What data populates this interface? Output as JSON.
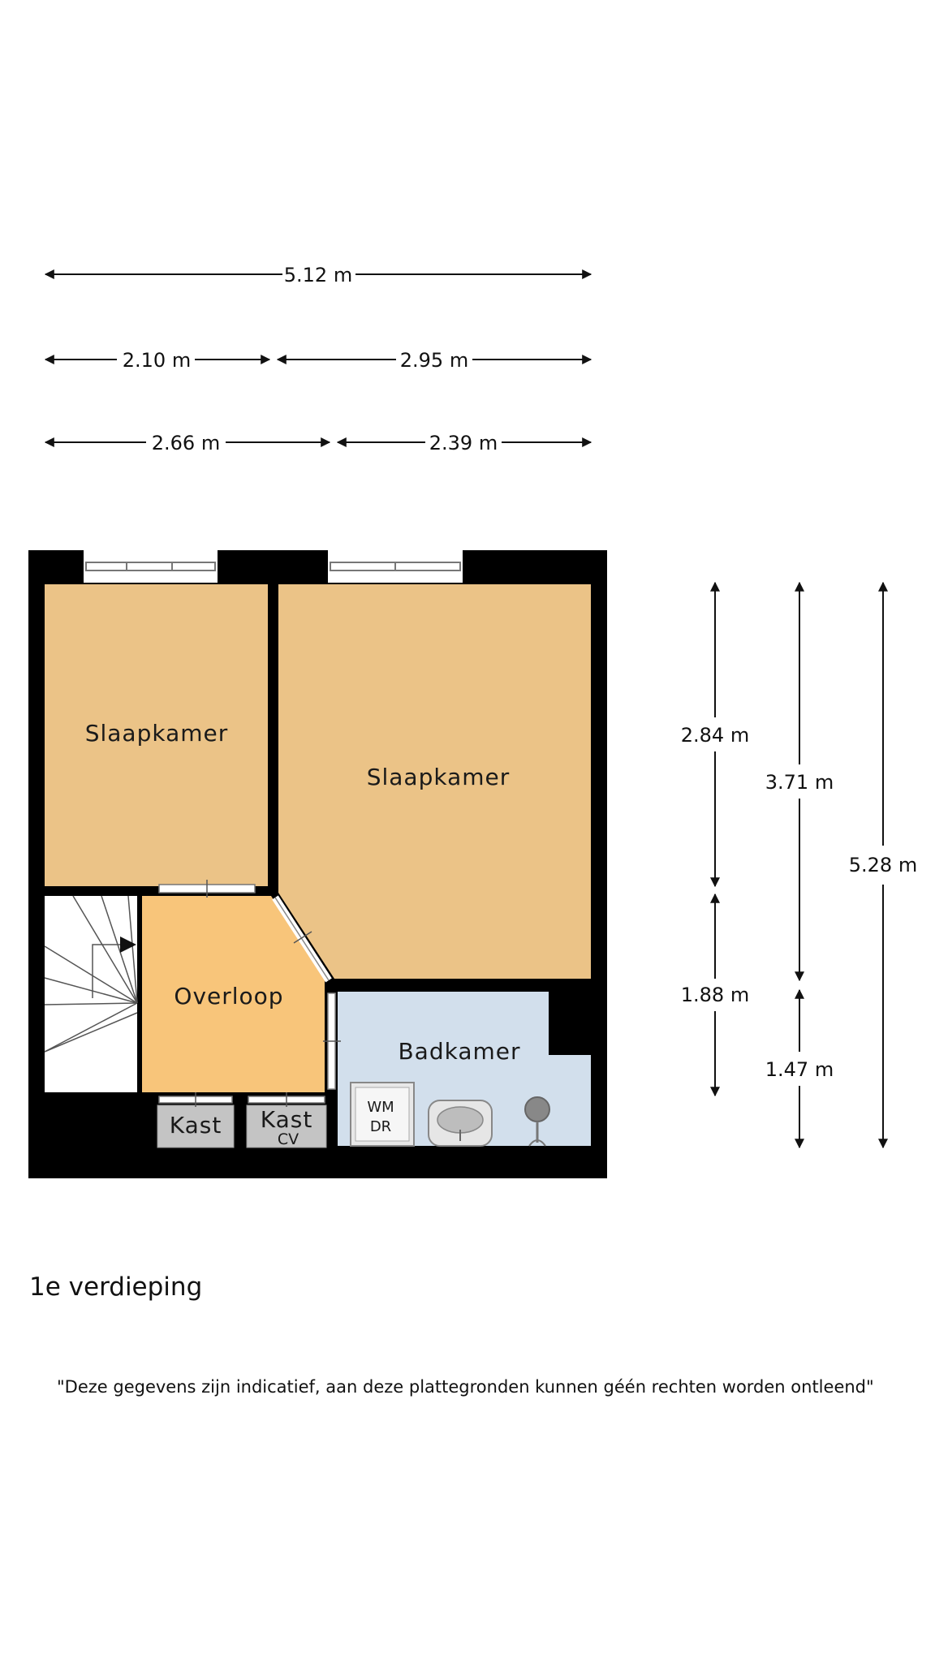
{
  "dimensions": {
    "total_width": "5.12 m",
    "width_a_left": "2.10 m",
    "width_a_right": "2.95 m",
    "width_b_left": "2.66 m",
    "width_b_right": "2.39 m",
    "height_1_top": "2.84 m",
    "height_1_bottom": "1.88 m",
    "height_2_top": "3.71 m",
    "height_2_bottom": "1.47 m",
    "total_height": "5.28 m"
  },
  "rooms": {
    "bedroom_left": "Slaapkamer",
    "bedroom_right": "Slaapkamer",
    "landing": "Overloop",
    "bathroom": "Badkamer",
    "closet_1": "Kast",
    "closet_2": "Kast",
    "closet_2_sub": "CV",
    "washer_line1": "WM",
    "washer_line2": "DR"
  },
  "colors": {
    "bedroom": "#ebc387",
    "landing": "#f8c57a",
    "bathroom": "#d2dfec",
    "closet": "#c4c4c4",
    "wall": "#000000"
  },
  "floor_label": "1e verdieping",
  "disclaimer": "\"Deze gegevens zijn indicatief, aan deze plattegronden kunnen géén rechten worden ontleend\""
}
